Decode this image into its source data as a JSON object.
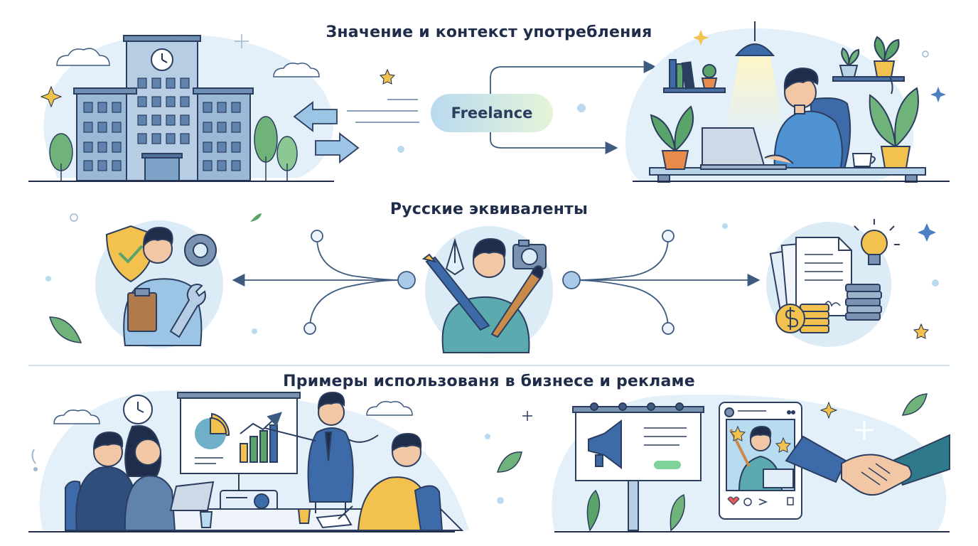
{
  "sections": [
    {
      "title": "Значение и контекст употребления"
    },
    {
      "title": "Русские эквиваленты"
    },
    {
      "title": "Примеры использованя в бизнесе и рекламе"
    }
  ],
  "center_term": "Freelance",
  "icons": [
    "office-building-icon",
    "freelancer-workspace-icon",
    "clock-icon",
    "shield-check-icon",
    "gear-icon",
    "clipboard-icon",
    "wrench-icon",
    "pen-nib-icon",
    "camera-icon",
    "paintbrush-icon",
    "document-stack-icon",
    "coins-icon",
    "lightbulb-icon",
    "presentation-chart-icon",
    "projector-icon",
    "billboard-icon",
    "megaphone-icon",
    "social-post-icon",
    "handshake-icon"
  ],
  "colors": {
    "navy": "#1f2d4a",
    "blue": "#4a7fc1",
    "light_blue": "#d6e9f5",
    "green": "#5aa36a",
    "yellow": "#f2c14e"
  }
}
